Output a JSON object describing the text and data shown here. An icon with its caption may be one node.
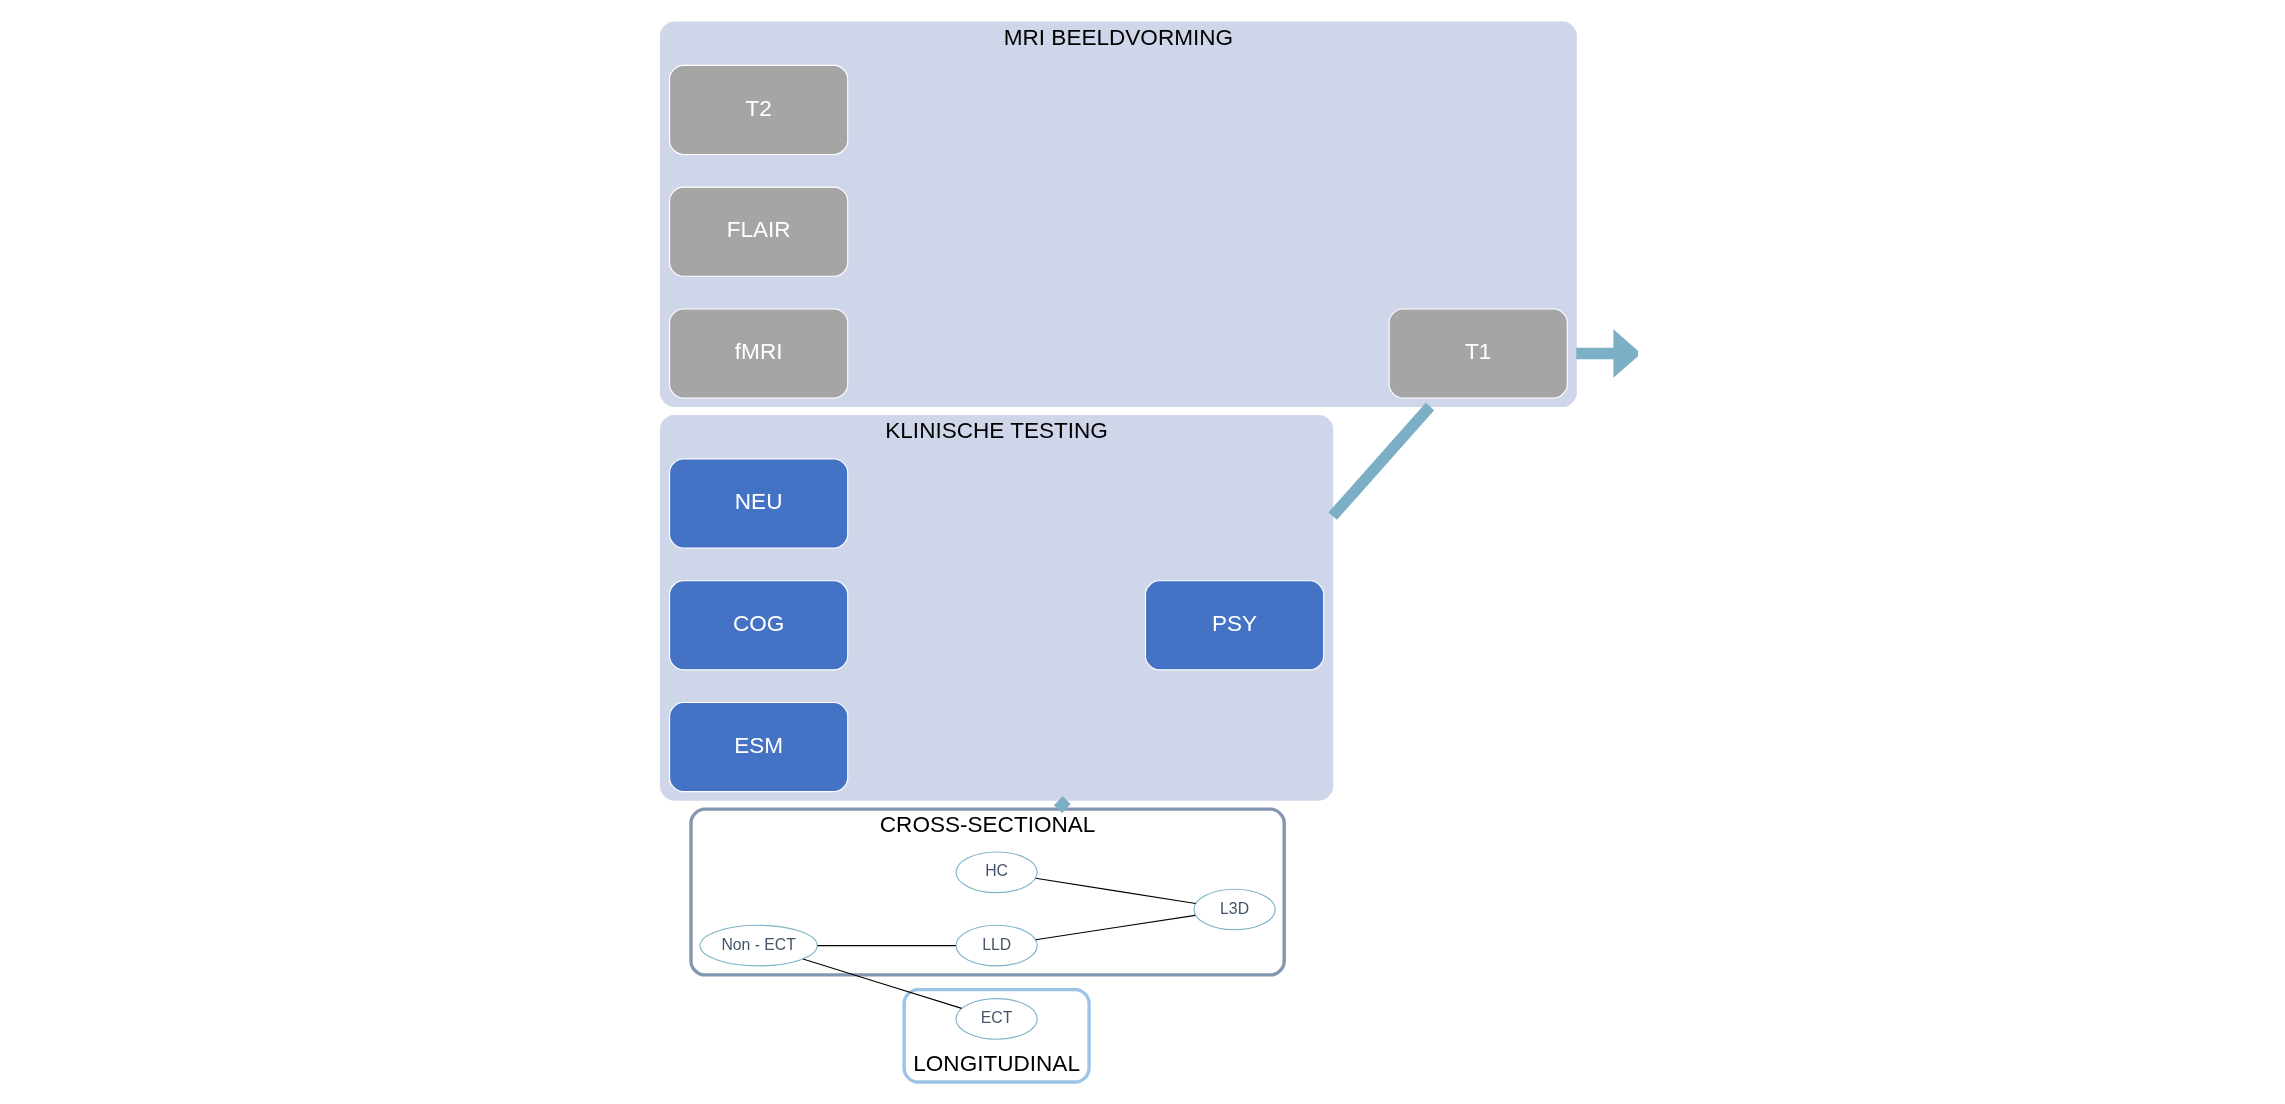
{
  "diagram": {
    "nodes": [
      {
        "text": [
          "CROSS-SECTIONAL"
        ]
      },
      {
        "text": [
          "HC"
        ],
        "in": 0
      },
      {
        "text": [
          "Non - ECT"
        ],
        "in": 0
      },
      {
        "text": [
          "L3D"
        ],
        "in": 0
      },
      {
        "text": [
          "LLD"
        ],
        "in": 0
      },
      {
        "text": [
          "LONGITUDINAL"
        ]
      },
      {
        "text": [
          "ECT"
        ],
        "in": 5
      },
      {
        "text": [
          "KLINISCHE TESTING"
        ]
      },
      {
        "text": [
          "PSY"
        ],
        "in": 7
      },
      {
        "text": [
          "NEU"
        ],
        "in": 7
      },
      {
        "text": [
          "COG"
        ],
        "in": 7
      },
      {
        "text": [
          "ESM"
        ],
        "in": 7
      },
      {
        "text": [
          "MRI BEELDVORMING"
        ]
      },
      {
        "text": [
          "T1"
        ],
        "in": 12
      },
      {
        "text": [
          "T2"
        ],
        "in": 12
      },
      {
        "text": [
          "FLAIR"
        ],
        "in": 12
      },
      {
        "text": [
          "fMRI"
        ],
        "in": 12
      }
    ],
    "edges": [
      {
        "from": 1,
        "to": 3,
        "arrow": "none"
      },
      {
        "from": 4,
        "to": 3,
        "arrow": "none"
      },
      {
        "from": 2,
        "to": 4,
        "arrow": "none"
      },
      {
        "from": 2,
        "to": 6,
        "arrow": "none"
      },
      {
        "from": 0,
        "to": 7,
        "arrow": "none",
        "style": "thick",
        "color": "#7aafc6"
      },
      {
        "from": 7,
        "to": 12,
        "arrow": "none",
        "style": "thick",
        "color": "#7aafc6"
      },
      {
        "from": 12,
        "to": null,
        "arrow": "to",
        "style": "thick",
        "color": "#7aafc6"
      }
    ]
  }
}
